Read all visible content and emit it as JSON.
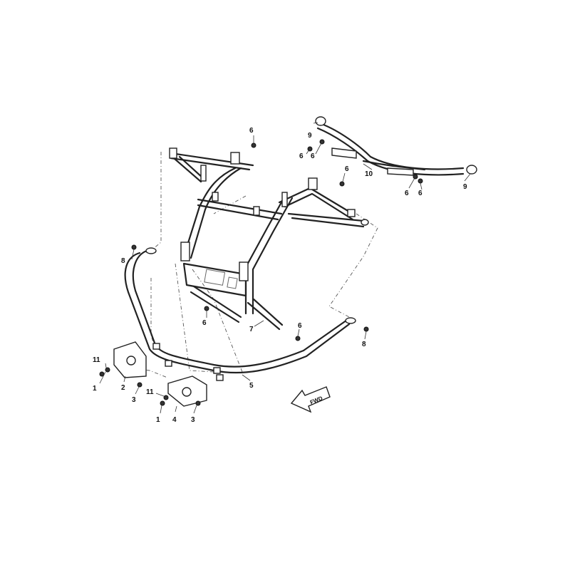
{
  "callouts": [
    {
      "id": "c1a",
      "label": "1"
    },
    {
      "id": "c1b",
      "label": "1"
    },
    {
      "id": "c2",
      "label": "2"
    },
    {
      "id": "c3a",
      "label": "3"
    },
    {
      "id": "c3b",
      "label": "3"
    },
    {
      "id": "c4",
      "label": "4"
    },
    {
      "id": "c5",
      "label": "5"
    },
    {
      "id": "c6a",
      "label": "6"
    },
    {
      "id": "c6b",
      "label": "6"
    },
    {
      "id": "c6c",
      "label": "6"
    },
    {
      "id": "c6d",
      "label": "6"
    },
    {
      "id": "c6e",
      "label": "6"
    },
    {
      "id": "c6f",
      "label": "6"
    },
    {
      "id": "c6g",
      "label": "6"
    },
    {
      "id": "c7",
      "label": "7"
    },
    {
      "id": "c8a",
      "label": "8"
    },
    {
      "id": "c8b",
      "label": "8"
    },
    {
      "id": "c9a",
      "label": "9"
    },
    {
      "id": "c9b",
      "label": "9"
    },
    {
      "id": "c10",
      "label": "10"
    },
    {
      "id": "c11a",
      "label": "11"
    },
    {
      "id": "c11b",
      "label": "11"
    }
  ],
  "direction_arrow": {
    "label": "FWD"
  }
}
